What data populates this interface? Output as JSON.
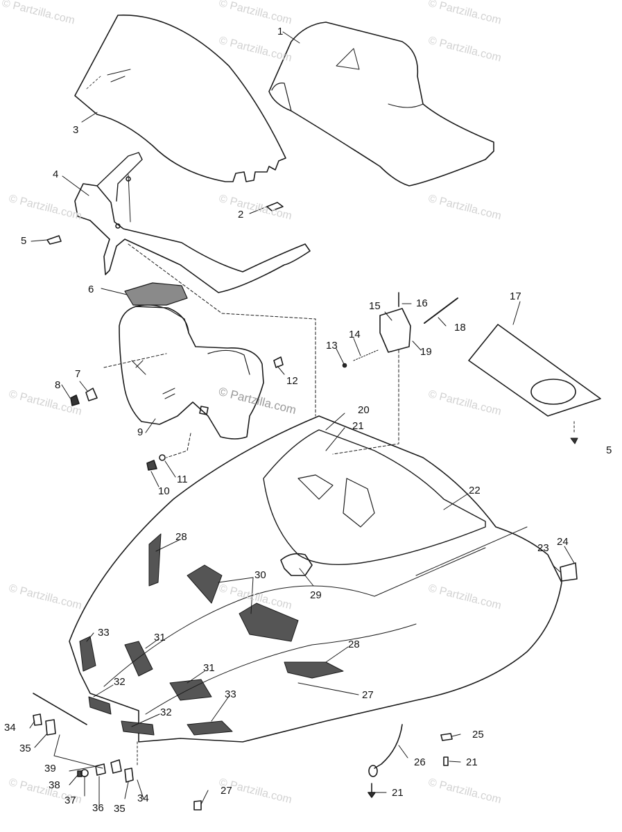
{
  "watermark": "© Partzilla.com",
  "colors": {
    "line": "#1a1a1a",
    "vent_fill": "#555555",
    "watermark": "#d2d2d2"
  },
  "callouts": [
    "1",
    "2",
    "3",
    "4",
    "5",
    "5",
    "6",
    "7",
    "8",
    "9",
    "10",
    "11",
    "12",
    "13",
    "14",
    "15",
    "16",
    "17",
    "18",
    "19",
    "20",
    "21",
    "21",
    "21",
    "22",
    "23",
    "24",
    "25",
    "26",
    "27",
    "27",
    "28",
    "28",
    "29",
    "30",
    "31",
    "31",
    "32",
    "32",
    "33",
    "33",
    "34",
    "34",
    "35",
    "35",
    "36",
    "37",
    "38",
    "39"
  ]
}
